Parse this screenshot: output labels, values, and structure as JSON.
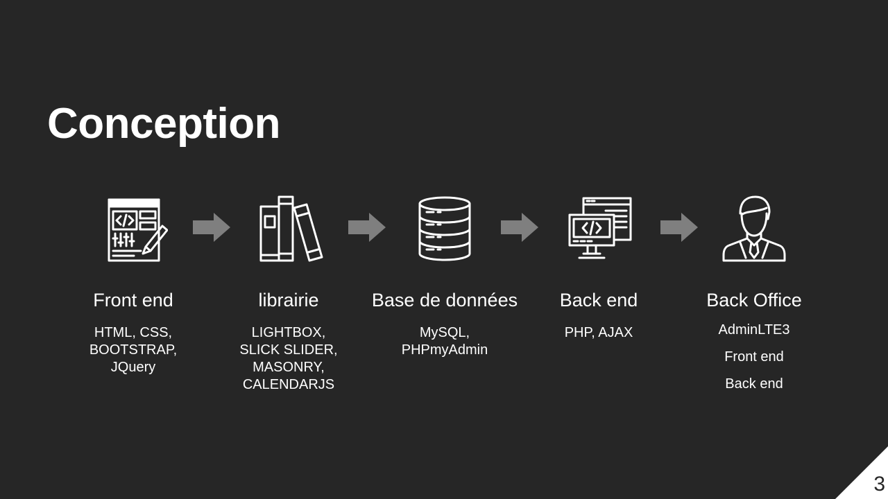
{
  "slide": {
    "title": "Conception",
    "page_number": "3",
    "steps": [
      {
        "icon": "code-editor-icon",
        "label": "Front end",
        "details": [
          "HTML, CSS,",
          "BOOTSTRAP,",
          "JQuery"
        ]
      },
      {
        "icon": "books-icon",
        "label": "librairie",
        "details": [
          "LIGHTBOX,",
          "SLICK SLIDER,",
          "MASONRY,",
          "CALENDARJS"
        ]
      },
      {
        "icon": "database-icon",
        "label": "Base de données",
        "details": [
          "MySQL,",
          "PHPmyAdmin"
        ]
      },
      {
        "icon": "code-monitor-icon",
        "label": "Back end",
        "details": [
          "PHP, AJAX"
        ]
      },
      {
        "icon": "admin-user-icon",
        "label": "Back Office",
        "details": [
          "AdminLTE3",
          "Front end",
          "Back end"
        ]
      }
    ]
  },
  "colors": {
    "background": "#262626",
    "text": "#ffffff",
    "arrow": "#7f7f7f"
  }
}
